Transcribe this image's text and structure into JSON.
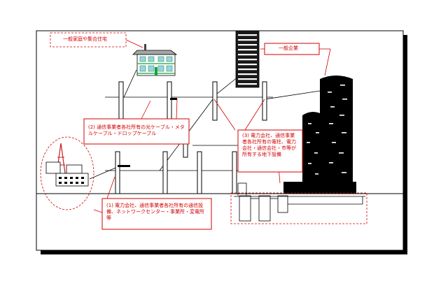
{
  "labels": {
    "homes": "一般家庭や集合住宅",
    "office": "一般企業",
    "drop_cable": "(2) 通信事業者各社所有の光ケーブル・メタルケーブル・ドロップケーブル",
    "underground": "(3) 電力会社、通信事業者各社所有の電柱、電力会社・通信会社・市等が所有する地下設備",
    "station": "(1) 電力会社、通信事業者各社所有の通信設備、ネットワークセンター・事業所・変電所等"
  },
  "colors": {
    "callout": "#d40000",
    "ink": "#000000",
    "building_dark": "#000000",
    "house_wall": "#ffffff",
    "house_roof": "#a6a6a6",
    "house_trim": "#18a040"
  }
}
